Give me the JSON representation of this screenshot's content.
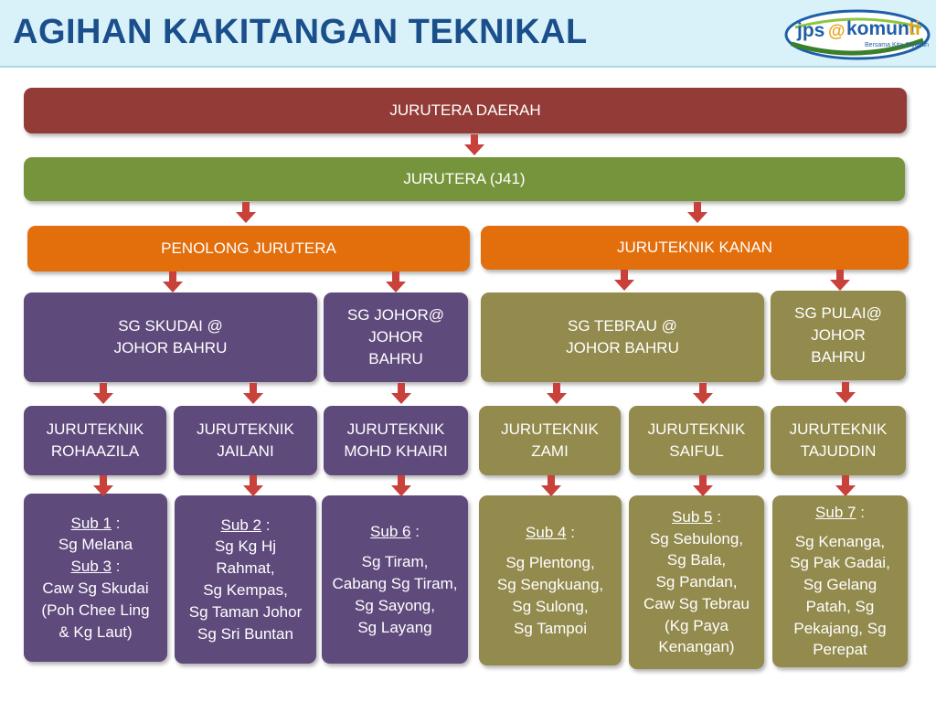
{
  "slide": {
    "title": "AGIHAN KAKITANGAN TEKNIKAL",
    "logo": {
      "main_text": "jps@komuniti",
      "tagline": "Bersama Kita Jayakan"
    }
  },
  "colors": {
    "level1": "#933c37",
    "level2": "#76943c",
    "level3": "#e36e0c",
    "left_branch": "#5f4a7c",
    "right_branch": "#938a4d",
    "arrow": "#c8413b"
  },
  "org": {
    "level1": "JURUTERA DAERAH",
    "level2": "JURUTERA (J41)",
    "level3": [
      "PENOLONG JURUTERA",
      "JURUTEKNIK KANAN"
    ],
    "areas": [
      [
        "SG SKUDAI @",
        "JOHOR BAHRU"
      ],
      [
        "SG JOHOR@",
        "JOHOR",
        "BAHRU"
      ],
      [
        "SG TEBRAU @",
        "JOHOR BAHRU"
      ],
      [
        "SG PULAI@",
        "JOHOR",
        "BAHRU"
      ]
    ],
    "technicians": [
      [
        "JURUTEKNIK",
        "ROHAAZILA"
      ],
      [
        "JURUTEKNIK",
        "JAILANI"
      ],
      [
        "JURUTEKNIK",
        "MOHD KHAIRI"
      ],
      [
        "JURUTEKNIK",
        "ZAMI"
      ],
      [
        "JURUTEKNIK",
        "SAIFUL"
      ],
      [
        "JURUTEKNIK",
        "TAJUDDIN"
      ]
    ],
    "subs": [
      {
        "lines": [
          "Sub 1",
          "Sg Melana",
          "Sub 3",
          "Caw Sg Skudai",
          "(Poh Chee  Ling",
          "& Kg Laut)"
        ]
      },
      {
        "lines": [
          "Sub 2",
          "Sg Kg Hj",
          "Rahmat,",
          "Sg Kempas,",
          "Sg Taman Johor",
          "Sg Sri Buntan"
        ]
      },
      {
        "lines": [
          "Sub 6",
          "Sg Tiram,",
          "Cabang Sg Tiram,",
          "Sg Sayong,",
          "Sg Layang"
        ]
      },
      {
        "lines": [
          "Sub 4",
          "Sg Plentong,",
          "Sg Sengkuang,",
          "Sg Sulong,",
          "Sg Tampoi"
        ]
      },
      {
        "lines": [
          "Sub 5",
          "Sg Sebulong,",
          "Sg Bala,",
          "Sg Pandan,",
          "Caw Sg Tebrau",
          "(Kg Paya",
          "Kenangan)"
        ]
      },
      {
        "lines": [
          "Sub 7",
          "Sg Kenanga,",
          "Sg Pak Gadai,",
          "Sg Gelang",
          "Patah, Sg",
          "Pekajang, Sg",
          "Perepat"
        ]
      }
    ]
  }
}
